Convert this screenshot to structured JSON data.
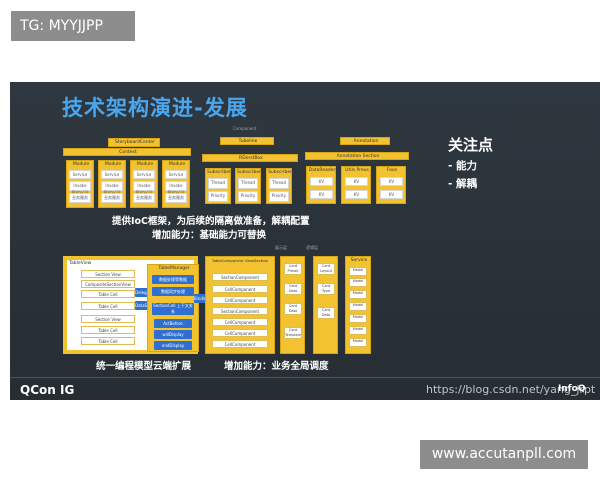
{
  "tags": {
    "top": "TG: MYYJJPP",
    "bottom": "www.accutanpll.com"
  },
  "slide": {
    "title": "技术架构演进-发展",
    "focus": {
      "title": "关注点",
      "items": [
        "-  能力",
        "-  解耦"
      ]
    },
    "top_left_diagram": {
      "header": "StoryboardCenter",
      "context": "Context",
      "modules": [
        "Module",
        "Module",
        "Module",
        "Module"
      ],
      "service_rows": [
        "Service",
        "Service",
        "Service",
        "Service"
      ],
      "protocol_rows": [
        "Invoke Protocol",
        "Invoke Protocol",
        "Invoke Protocol",
        "Invoke Protocol"
      ],
      "impl_rows": [
        "业务服务",
        "业务服务",
        "业务服务",
        "业务服务"
      ]
    },
    "top_mid_diagram": {
      "header": "Component",
      "sub": "Tubeline",
      "bar": "RDorstBox",
      "cols": [
        "Subscriber",
        "Subscriber",
        "Subscriber"
      ],
      "rows": [
        "Thread",
        "Priority"
      ]
    },
    "top_right_diagram": {
      "header": "Annotation",
      "bar": "Annotation Section",
      "cols": [
        "DataReader",
        "Utils Preus",
        "Foos"
      ],
      "cells": [
        "KV",
        "KV",
        "KV"
      ]
    },
    "caption_top_1": "提供IoC框架，为后续的隔离做准备，解耦配置",
    "caption_top_2": "增加能力：基础能力可替换",
    "tableview": {
      "label": "TableView",
      "rows": [
        "Section View",
        "CompositeSectionView",
        "Table Cell",
        "Table Cell",
        "Section View",
        "Table Cell",
        "Table Cell"
      ],
      "manager_label": "TableManager",
      "manager_items": [
        "数据处理等数据",
        "数据同步处理",
        "SectionCell 上下文关系",
        "ActBefore",
        "willDisplay",
        "endDisplay"
      ],
      "links": [
        "Delegate",
        "DataSource"
      ]
    },
    "section_component": {
      "label": "TableComponent ViewSection",
      "rows": [
        "SectionComponent",
        "CellComponent",
        "CellComponent",
        "SectionComponent",
        "CellComponent",
        "CellComponent",
        "CellComponent"
      ],
      "binding": "Binding"
    },
    "card_cols": {
      "headers": [
        "展示层",
        "逻辑层"
      ],
      "col1": [
        "Card Preset",
        "Card Data",
        "Card Data",
        "Card Template"
      ],
      "col2": [
        "Card Layout",
        "Card Type",
        "Card Data"
      ],
      "service_label": "Service",
      "models": [
        "Model",
        "Model",
        "Model",
        "Model",
        "Model",
        "Model",
        "Model"
      ]
    },
    "caption_bottom_left": "统一编程模型云端扩展",
    "caption_bottom_right": "增加能力：业务全局调度",
    "footer": {
      "qcon": "QCon IG",
      "infoq": "InfoQ",
      "watermark": "https://blog.csdn.net/yang_jrpt"
    }
  }
}
